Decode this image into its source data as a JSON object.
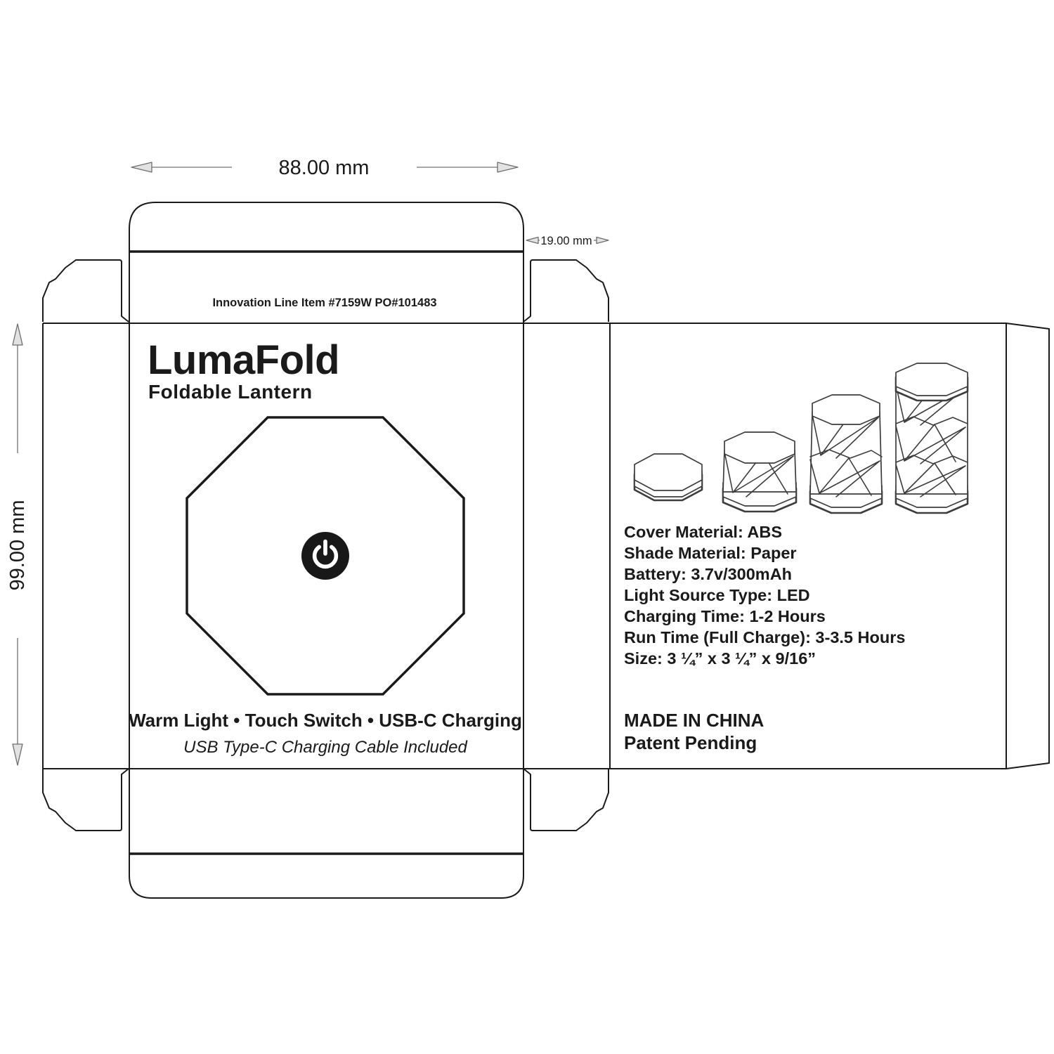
{
  "dimensions": {
    "width": "88.00 mm",
    "flap_depth": "19.00 mm",
    "height": "99.00 mm"
  },
  "top_panel": {
    "production_note": "Innovation Line Item #7159W PO#101483"
  },
  "front_panel": {
    "title": "LumaFold",
    "subtitle": "Foldable Lantern",
    "features": "Warm Light  •  Touch Switch  •  USB-C Charging",
    "cable_note": "USB Type-C Charging Cable Included"
  },
  "back_panel": {
    "specs": [
      "Cover Material: ABS",
      "Shade Material: Paper",
      "Battery: 3.7v/300mAh",
      "Light Source Type: LED",
      "Charging Time: 1-2 Hours",
      "Run Time (Full Charge): 3-3.5 Hours",
      "Size: 3 ¼” x 3 ¼” x 9/16”"
    ],
    "made_in": "MADE IN CHINA",
    "patent": "Patent Pending"
  },
  "icons": {
    "power": "power-icon"
  },
  "colors": {
    "outline": "#1a1a1a",
    "dimension_line": "#8a8a8a",
    "arrow_fill": "#e2e2e2",
    "illustration_line": "#3d3d3d",
    "background": "#ffffff"
  }
}
